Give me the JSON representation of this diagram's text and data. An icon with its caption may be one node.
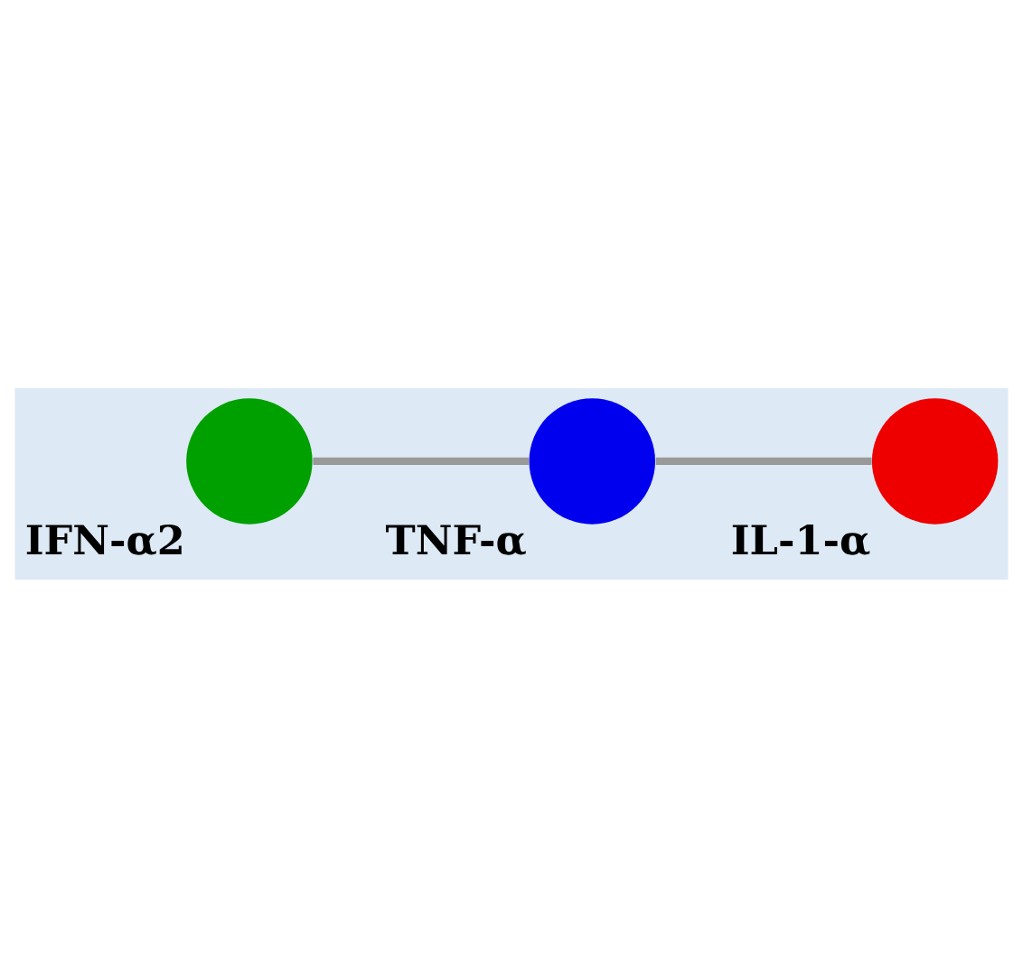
{
  "diagram": {
    "nodes": [
      {
        "text": [
          "IFN-α2"
        ]
      },
      {
        "text": [
          "TNF-α"
        ]
      },
      {
        "text": [
          "IL-1-α"
        ]
      }
    ],
    "edges": [
      {
        "from": 0,
        "to": 1,
        "arrow": "none"
      },
      {
        "from": 1,
        "to": 2,
        "arrow": "none"
      }
    ]
  }
}
